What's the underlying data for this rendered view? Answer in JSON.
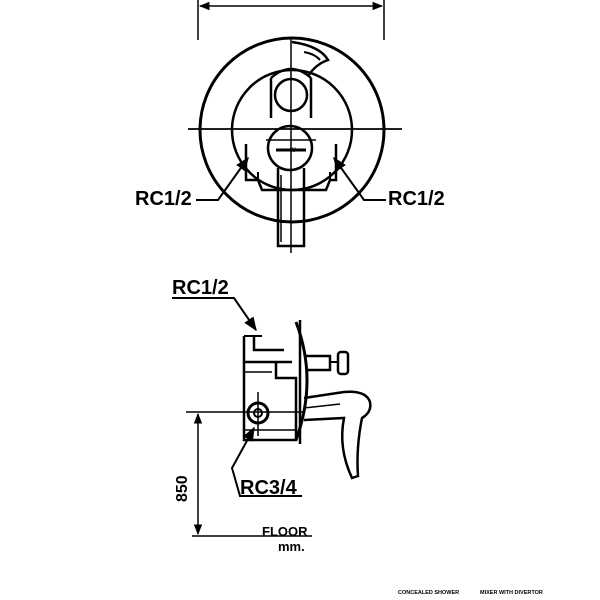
{
  "labels": {
    "front_left_thread": "RC1/2",
    "front_right_thread": "RC1/2",
    "side_top_thread": "RC1/2",
    "side_bottom_thread": "RC3/4",
    "height_dimension": "850",
    "floor": "FLOOR",
    "unit": "mm."
  },
  "title_block": {
    "left_text": "CONCEALED SHOWER",
    "right_text": "MIXER WITH DIVERTOR"
  },
  "colors": {
    "line": "#000000",
    "background": "#ffffff"
  }
}
